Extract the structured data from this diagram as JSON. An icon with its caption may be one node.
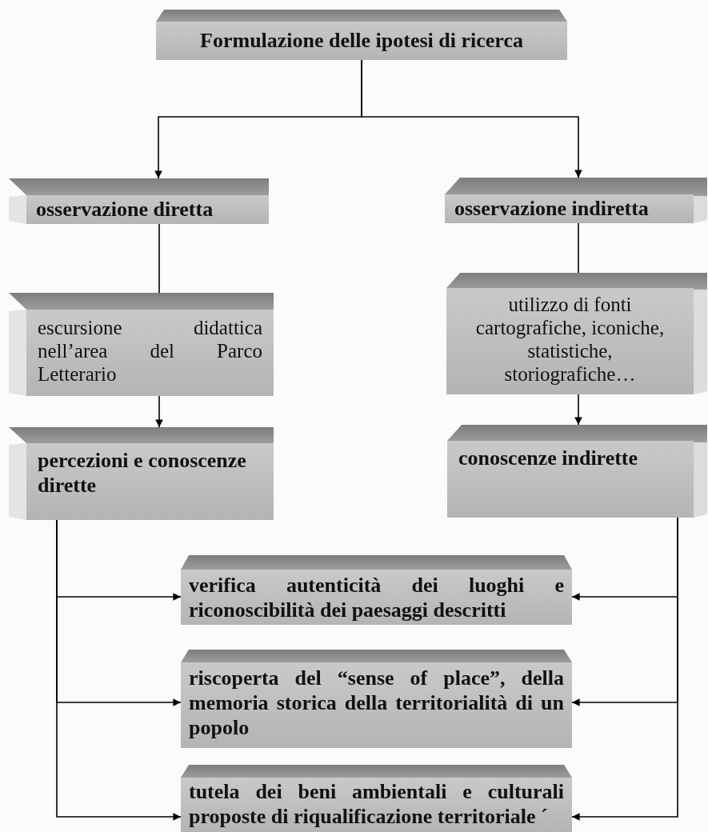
{
  "diagram": {
    "nodes": [
      {
        "text": [
          "Formulazione delle ipotesi di ricerca"
        ]
      },
      {
        "text": [
          "osservazione diretta"
        ]
      },
      {
        "text": [
          "osservazione indiretta"
        ]
      },
      {
        "text": [
          "escursione didattica nell’area del Parco Letterario"
        ]
      },
      {
        "text": [
          "utilizzo di fonti cartografiche, iconiche, statistiche, storiografiche…"
        ]
      },
      {
        "text": [
          "percezioni e conoscenze dirette"
        ]
      },
      {
        "text": [
          "conoscenze indirette"
        ]
      },
      {
        "text": [
          "verifica autenticità dei luoghi e riconoscibilità dei paesaggi descritti"
        ]
      },
      {
        "text": [
          "riscoperta del “sense of place”, della memoria storica della territorialità di un popolo"
        ]
      },
      {
        "text": [
          "tutela dei beni ambientali e culturali proposte di riqualificazione territoriale ´"
        ]
      }
    ],
    "edges": [
      {
        "from": 0,
        "to": 1,
        "arrow": "to"
      },
      {
        "from": 0,
        "to": 2,
        "arrow": "to"
      },
      {
        "from": 1,
        "to": 3,
        "arrow": "none"
      },
      {
        "from": 2,
        "to": 4,
        "arrow": "none"
      },
      {
        "from": 3,
        "to": 5,
        "arrow": "to"
      },
      {
        "from": 4,
        "to": 6,
        "arrow": "to"
      },
      {
        "from": 5,
        "to": 7,
        "arrow": "to"
      },
      {
        "from": 5,
        "to": 8,
        "arrow": "to"
      },
      {
        "from": 5,
        "to": 9,
        "arrow": "to"
      },
      {
        "from": 6,
        "to": 7,
        "arrow": "to"
      },
      {
        "from": 6,
        "to": 8,
        "arrow": "to"
      },
      {
        "from": 6,
        "to": 9,
        "arrow": "to"
      }
    ]
  }
}
